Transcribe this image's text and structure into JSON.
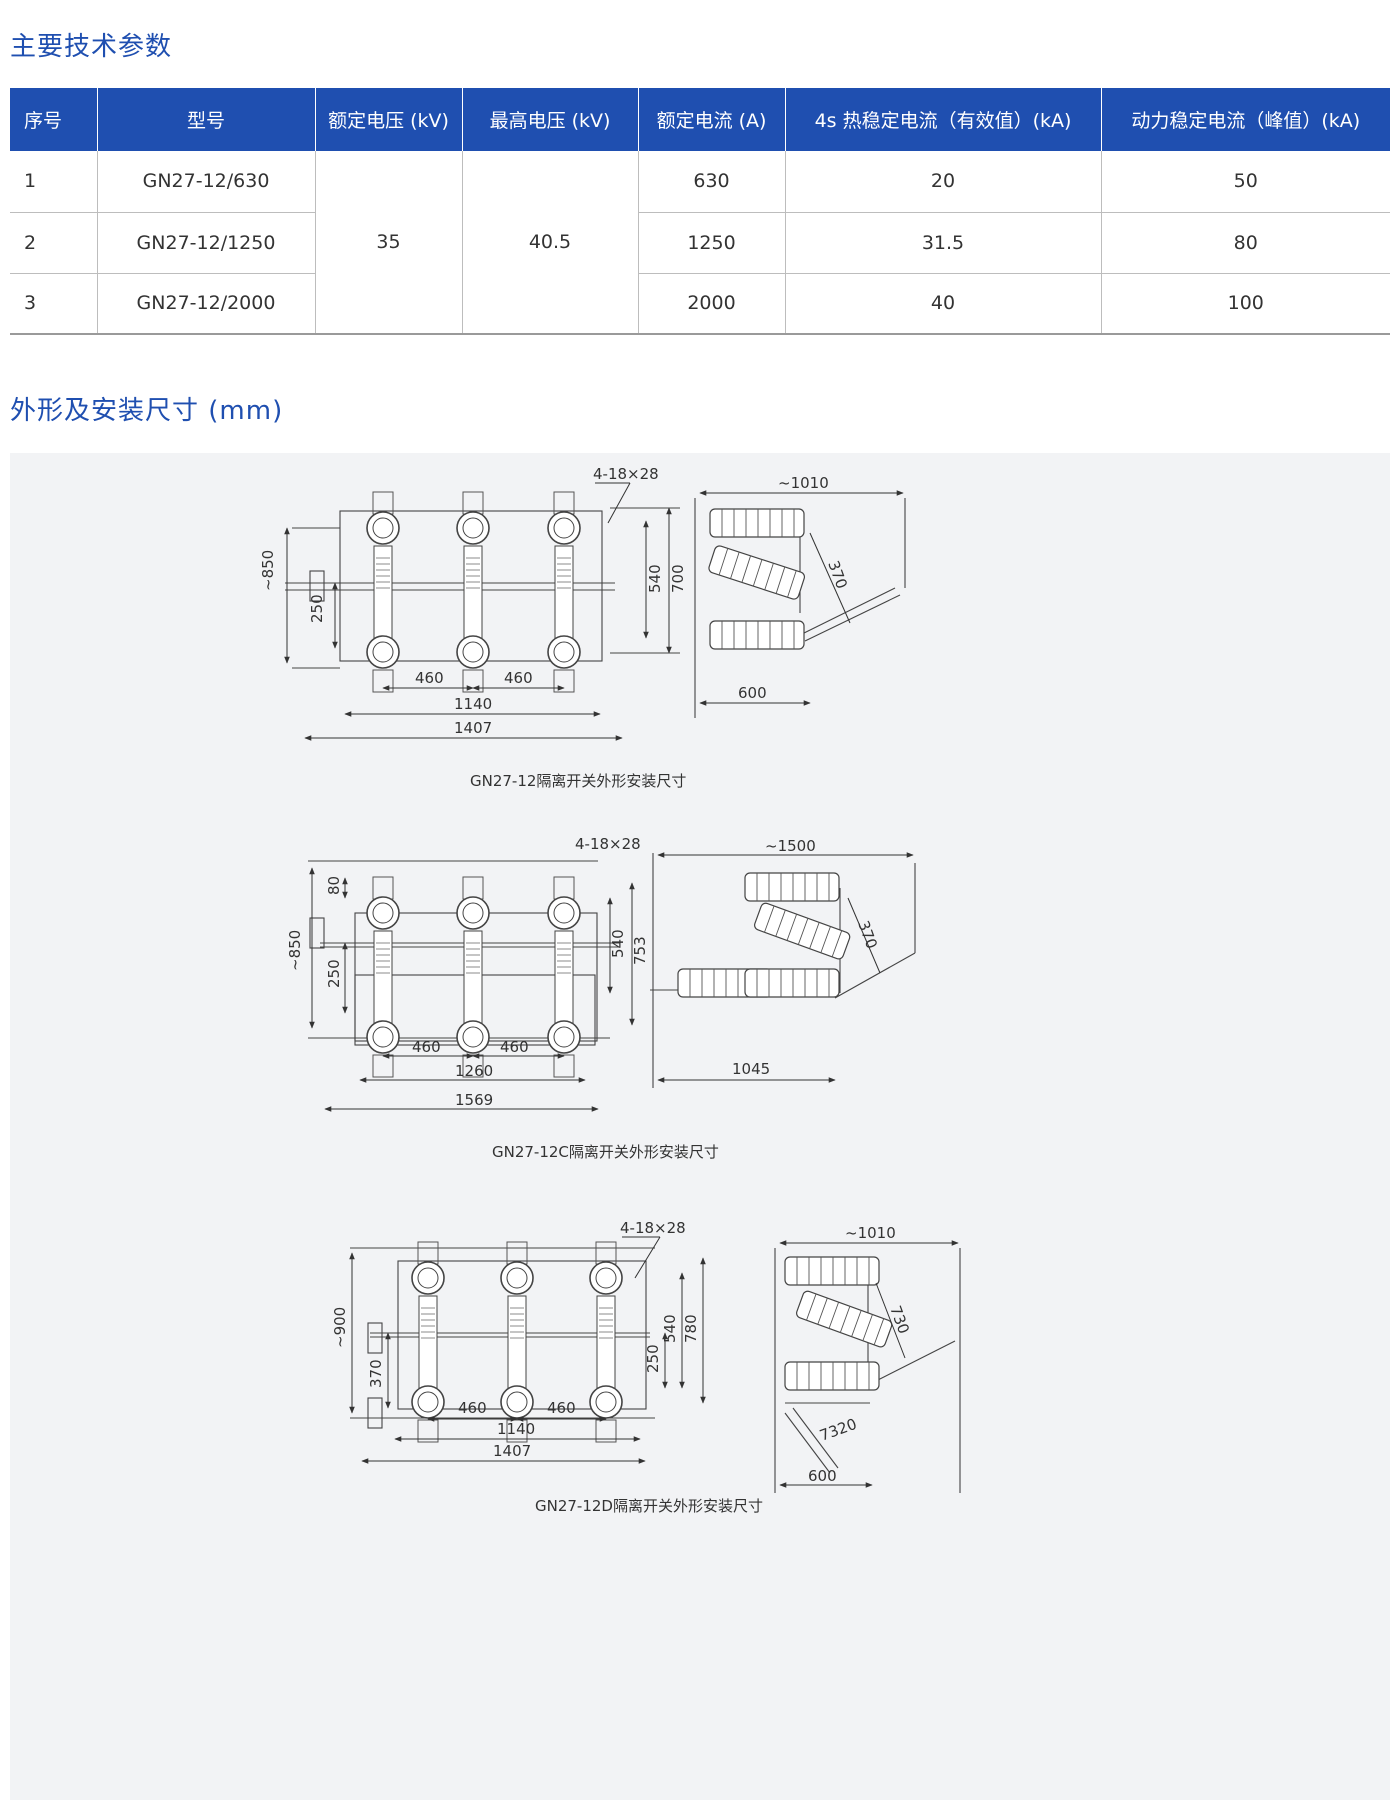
{
  "section1": {
    "title": "主要技术参数"
  },
  "section2": {
    "title": "外形及安装尺寸 (mm)"
  },
  "table": {
    "headers": [
      "序号",
      "型号",
      "额定电压 (kV)",
      "最高电压 (kV)",
      "额定电流 (A)",
      "4s 热稳定电流（有效值）(kA)",
      "动力稳定电流（峰值）(kA)"
    ],
    "rated_voltage": "35",
    "max_voltage": "40.5",
    "rows": [
      {
        "no": "1",
        "model": "GN27-12/630",
        "current": "630",
        "thermal": "20",
        "dynamic": "50"
      },
      {
        "no": "2",
        "model": "GN27-12/1250",
        "current": "1250",
        "thermal": "31.5",
        "dynamic": "80"
      },
      {
        "no": "3",
        "model": "GN27-12/2000",
        "current": "2000",
        "thermal": "40",
        "dynamic": "100"
      }
    ]
  },
  "drawings": [
    {
      "caption": "GN27-12隔离开关外形安装尺寸",
      "front": {
        "hole": "4-18×28",
        "height": "~850",
        "h250": "250",
        "h540": "540",
        "h700": "700",
        "w460a": "460",
        "w460b": "460",
        "w1140": "1140",
        "w1407": "1407"
      },
      "side": {
        "width": "~1010",
        "r370": "370",
        "w600": "600"
      }
    },
    {
      "caption": "GN27-12C隔离开关外形安装尺寸",
      "front": {
        "hole": "4-18×28",
        "height": "~850",
        "h80": "80",
        "h250": "250",
        "h540": "540",
        "h753": "753",
        "w460a": "460",
        "w460b": "460",
        "w1260": "1260",
        "w1569": "1569"
      },
      "side": {
        "width": "~1500",
        "r370": "370",
        "w1045": "1045"
      }
    },
    {
      "caption": "GN27-12D隔离开关外形安装尺寸",
      "front": {
        "hole": "4-18×28",
        "height": "~900",
        "h370": "370",
        "h250": "250",
        "h540": "540",
        "h780": "780",
        "w460a": "460",
        "w460b": "460",
        "w1140": "1140",
        "w1407": "1407"
      },
      "side": {
        "width": "~1010",
        "r730": "730",
        "r7320": "7320",
        "w600": "600"
      }
    }
  ]
}
